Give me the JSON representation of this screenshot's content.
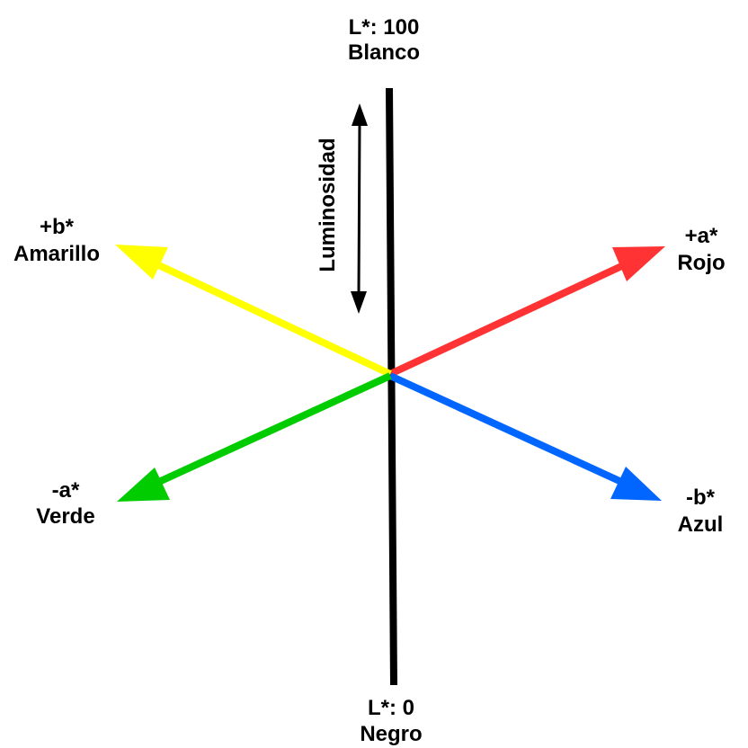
{
  "colors": {
    "axis": "#000000",
    "red": "#ff3333",
    "blue": "#0066ff",
    "yellow": "#ffff00",
    "green": "#00cc00",
    "background": "#ffffff"
  },
  "labels": {
    "top_value": "L*: 100",
    "top_name": "Blanco",
    "bottom_value": "L*: 0",
    "bottom_name": "Negro",
    "pos_a_value": "+a*",
    "pos_a_name": "Rojo",
    "neg_a_value": "-a*",
    "neg_a_name": "Verde",
    "pos_b_value": "+b*",
    "pos_b_name": "Amarillo",
    "neg_b_value": "-b*",
    "neg_b_name": "Azul",
    "luminosity": "Luminosidad"
  }
}
